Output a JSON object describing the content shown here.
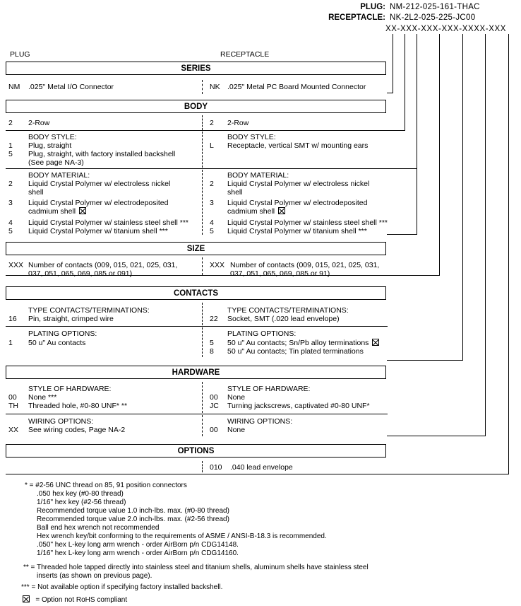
{
  "header": {
    "plug_label": "PLUG:",
    "plug_part": "NM-212-025-161-THAC",
    "receptacle_label": "RECEPTACLE:",
    "receptacle_part": "NK-2L2-025-225-JC00",
    "pattern": "XX-XXX-XXX-XXX-XXXX-XXX"
  },
  "columns": {
    "plug": "PLUG",
    "receptacle": "RECEPTACLE"
  },
  "series": {
    "title": "SERIES",
    "plug_code": "NM",
    "plug_desc": ".025\" Metal I/O Connector",
    "rec_code": "NK",
    "rec_desc": ".025\" Metal PC Board Mounted Connector"
  },
  "body": {
    "title": "BODY",
    "row_plug_code": "2",
    "row_plug": "2-Row",
    "row_rec_code": "2",
    "row_rec": "2-Row",
    "style_label": "BODY STYLE:",
    "style_plug_1_code": "1",
    "style_plug_1": "Plug, straight",
    "style_plug_5_code": "5",
    "style_plug_5": "Plug, straight, with factory installed backshell",
    "style_plug_5_note": "(See page NA-3)",
    "style_rec_code": "L",
    "style_rec": "Receptacle, vertical SMT w/ mounting ears",
    "material_label": "BODY MATERIAL:",
    "mat_2_code": "2",
    "mat_2_a": "Liquid Crystal Polymer w/ electroless nickel",
    "mat_2_b": "shell",
    "mat_3_code": "3",
    "mat_3_a": "Liquid Crystal Polymer w/ electrodeposited",
    "mat_3_b": "cadmium shell",
    "mat_4_code": "4",
    "mat_4": "Liquid Crystal Polymer w/ stainless steel shell ***",
    "mat_5_code": "5",
    "mat_5": "Liquid Crystal Polymer w/ titanium shell ***"
  },
  "size": {
    "title": "SIZE",
    "code": "XXX",
    "desc_a": "Number of contacts (009, 015, 021, 025, 031,",
    "desc_b": "037, 051, 065, 069, 085 or 091)",
    "rec_desc_b": "037, 051, 065, 069, 085 or 91)"
  },
  "contacts": {
    "title": "CONTACTS",
    "type_label": "TYPE CONTACTS/TERMINATIONS:",
    "plug_type_code": "16",
    "plug_type": "Pin, straight, crimped wire",
    "rec_type_code": "22",
    "rec_type": "Socket, SMT (.020 lead envelope)",
    "plating_label": "PLATING OPTIONS:",
    "plug_plating_code": "1",
    "plug_plating": "50 u\" Au contacts",
    "rec_plating_5_code": "5",
    "rec_plating_5": "50 u\" Au contacts; Sn/Pb alloy terminations",
    "rec_plating_8_code": "8",
    "rec_plating_8": "50 u\" Au contacts; Tin plated terminations"
  },
  "hardware": {
    "title": "HARDWARE",
    "style_label": "STYLE OF HARDWARE:",
    "plug_00_code": "00",
    "plug_00": "None ***",
    "plug_th_code": "TH",
    "plug_th": "Threaded hole, #0-80 UNF*  **",
    "rec_00_code": "00",
    "rec_00": "None",
    "rec_jc_code": "JC",
    "rec_jc": "Turning jackscrews, captivated #0-80 UNF*",
    "wiring_label": "WIRING OPTIONS:",
    "plug_wiring_code": "XX",
    "plug_wiring": "See wiring codes, Page NA-2",
    "rec_wiring_code": "00",
    "rec_wiring": "None"
  },
  "options": {
    "title": "OPTIONS",
    "code": "010",
    "desc": ".040 lead envelope"
  },
  "footnotes": {
    "star1": "* = #2-56 UNC thread on 85, 91 position connectors",
    "star1_lines": [
      ".050 hex key (#0-80 thread)",
      "1/16\" hex key (#2-56 thread)",
      "Recommended torque value 1.0 inch-lbs. max. (#0-80 thread)",
      "Recommended torque value 2.0 inch-lbs. max. (#2-56 thread)",
      "Ball end hex wrench not recommended",
      "Hex wrench key/bit conforming to the requirements of ASME / ANSI-B-18.3 is recommended.",
      ".050\" hex L-key long arm wrench - order AirBorn p/n CDG14148.",
      "1/16\" hex L-key long arm wrench - order AirBorn p/n CDG14160."
    ],
    "star2_a": "** = Threaded hole tapped directly into stainless steel and titanium shells, aluminum shells have stainless steel",
    "star2_b": "inserts (as shown on previous page).",
    "star3": "*** = Not available option if specifying factory installed backshell.",
    "rohs": "= Option not RoHS compliant"
  }
}
